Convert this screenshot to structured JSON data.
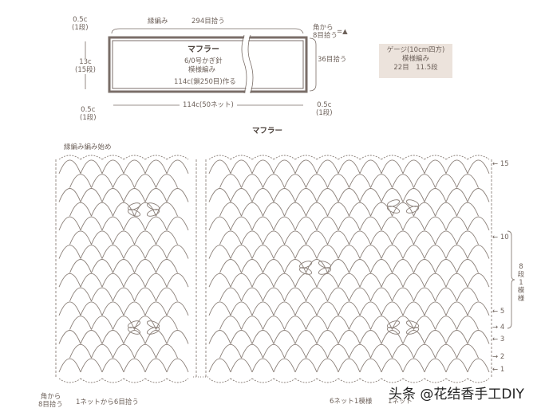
{
  "schematic": {
    "title": "マフラー",
    "hook": "6/0号かぎ針",
    "stitch": "模様編み",
    "border_label": "縁編み",
    "top_pickup": "294目拾う",
    "corner_pickup_line1": "角から",
    "corner_pickup_line2": "8目拾う",
    "corner_pickup_symbol": "=▲",
    "side_pickup": "36目拾う",
    "foundation": "114c(鎖250目)作る",
    "width": "114c(50ネット)",
    "height": "13c",
    "height_rows": "(15段)",
    "border_top": "0.5c",
    "border_top_rows": "(1段)",
    "border_bottom_left": "0.5c",
    "border_bottom_left_rows": "(1段)",
    "border_bottom_right": "0.5c",
    "border_bottom_right_rows": "(1段)"
  },
  "gauge": {
    "line1": "ゲージ(10cm四方)",
    "line2": "模様編み",
    "line3": "22目　11.5段"
  },
  "chart": {
    "title": "マフラー",
    "border_start": "縁編み編み始め",
    "row_numbers": [
      "15",
      "10",
      "5",
      "4",
      "3",
      "2",
      "1"
    ],
    "repeat_rows": "8段1模様",
    "corner_pickup_line1": "角から",
    "corner_pickup_line2": "8目拾う",
    "net_pickup": "1ネットから6目拾う",
    "repeat_nets": "6ネット1模様",
    "one_net": "1ネット"
  },
  "watermark": "头条 @花结香手工DIY",
  "colors": {
    "line": "#8a7f78",
    "gauge_bg": "#ece3dc"
  }
}
